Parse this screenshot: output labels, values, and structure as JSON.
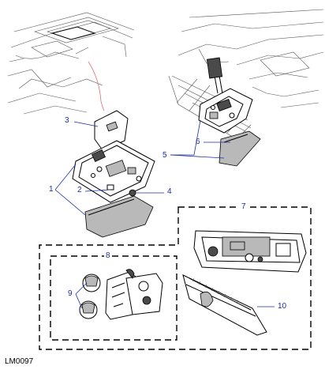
{
  "figure_reference": "LM0097",
  "callouts": [
    {
      "id": "callout-1",
      "label": "1"
    },
    {
      "id": "callout-2",
      "label": "2"
    },
    {
      "id": "callout-3",
      "label": "3"
    },
    {
      "id": "callout-4",
      "label": "4"
    },
    {
      "id": "callout-5",
      "label": "5"
    },
    {
      "id": "callout-6",
      "label": "6"
    },
    {
      "id": "callout-7",
      "label": "7"
    },
    {
      "id": "callout-8",
      "label": "8"
    },
    {
      "id": "callout-9",
      "label": "9"
    },
    {
      "id": "callout-10",
      "label": "10"
    }
  ],
  "colors": {
    "callout_text": "#1a2fa8",
    "leader_line": "#1a2fa8",
    "routing_line": "#e07070",
    "part_shading": "#b9b9b9"
  }
}
